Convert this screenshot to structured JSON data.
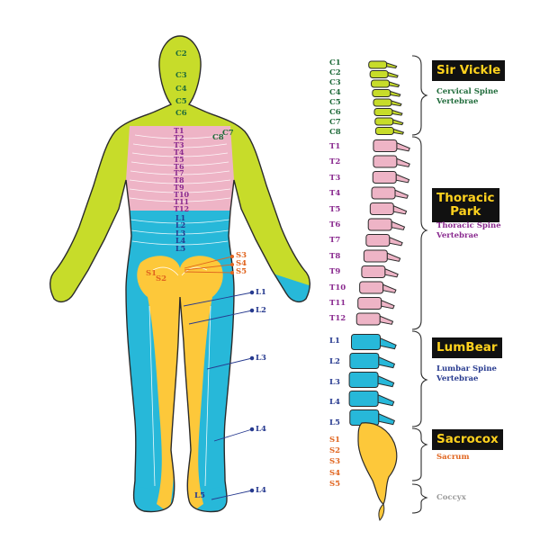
{
  "colors": {
    "cervical": "#c7dc2a",
    "thoracic": "#eeb4c6",
    "lumbar": "#27b8d9",
    "sacral": "#fdc83a",
    "outline": "#2b2b2b",
    "cervical_text": "#1f6b3a",
    "thoracic_text": "#8a2a8f",
    "lumbar_text": "#273a8f",
    "sacral_text": "#e0641e",
    "coccyx_text": "#9a9a9a"
  },
  "body_labels": {
    "c2": "C2",
    "c3": "C3",
    "c4": "C4",
    "c5": "C5",
    "c6": "C6",
    "c7": "C7",
    "c8": "C8",
    "thoracic": [
      "T1",
      "T2",
      "T3",
      "T4",
      "T5",
      "T6",
      "T7",
      "T8",
      "T9",
      "T10",
      "T11",
      "T12"
    ],
    "lumbar_center": [
      "L1",
      "L2",
      "L3",
      "L4",
      "L5"
    ],
    "s1": "S1",
    "s2": "S2",
    "s3": "S3",
    "s4": "S4",
    "s5": "S5",
    "leg_l1": "L1",
    "leg_l2": "L2",
    "leg_l3": "L3",
    "leg_l4": "L4",
    "foot_l4": "L4",
    "foot_l5": "L5"
  },
  "spine_column": {
    "cervical": [
      "C1",
      "C2",
      "C3",
      "C4",
      "C5",
      "C6",
      "C7",
      "C8"
    ],
    "thoracic": [
      "T1",
      "T2",
      "T3",
      "T4",
      "T5",
      "T6",
      "T7",
      "T8",
      "T9",
      "T10",
      "T11",
      "T12"
    ],
    "lumbar": [
      "L1",
      "L2",
      "L3",
      "L4",
      "L5"
    ],
    "sacral": [
      "S1",
      "S2",
      "S3",
      "S4",
      "S5"
    ]
  },
  "sections": {
    "cervical": {
      "title": "Sir Vickle",
      "sub1": "Cervical Spine",
      "sub2": "Vertebrae"
    },
    "thoracic": {
      "title1": "Thoracic",
      "title2": "Park",
      "sub1": "Thoracic Spine",
      "sub2": "Vertebrae"
    },
    "lumbar": {
      "title": "LumBear",
      "sub1": "Lumbar Spine",
      "sub2": "Vertebrae"
    },
    "sacral": {
      "title": "Sacrocox",
      "sub1": "Sacrum"
    },
    "coccyx": {
      "sub1": "Coccyx"
    }
  }
}
